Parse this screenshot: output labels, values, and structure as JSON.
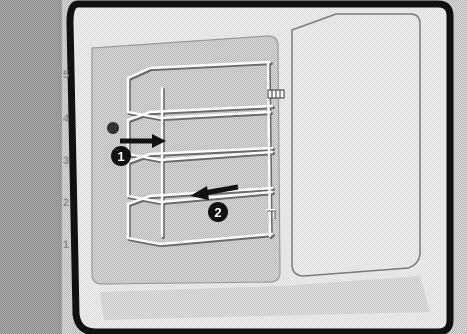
{
  "figure": {
    "subject": "oven-cavity-side-rail-removal",
    "colors": {
      "background": "#ffffff",
      "frame_outline": "#111111",
      "frame_fill": "#cfcfcf",
      "cavity_fill": "#dcdcdc",
      "rear_wall_fill": "#e9e9e9",
      "side_panel_fill": "#c2c2c2",
      "rail_wire": "#ffffff",
      "rail_shadow": "#6b6b6b",
      "callout_fill": "#111111",
      "callout_text": "#ffffff"
    },
    "shelf_levels": [
      "5",
      "4",
      "3",
      "2",
      "1"
    ],
    "callouts": [
      {
        "number": "1",
        "icon": "arrow-pull-out-icon"
      },
      {
        "number": "2",
        "icon": "arrow-unhook-icon"
      }
    ],
    "screw_icon": "rail-screw-icon",
    "hook_icon": "rail-hook-icon"
  }
}
